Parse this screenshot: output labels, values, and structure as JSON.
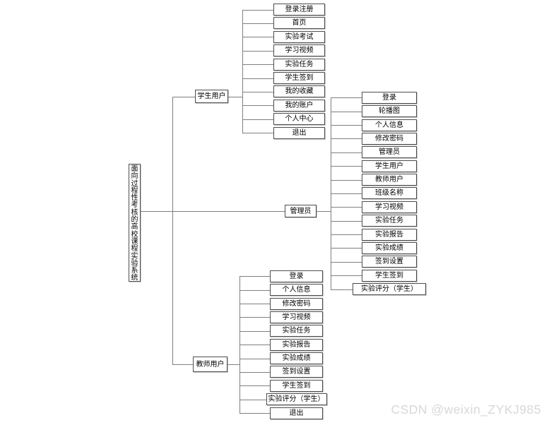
{
  "diagram": {
    "root": {
      "label": "面向过程性考核的高校课程实验系统"
    },
    "branches": [
      {
        "label": "学生用户",
        "children": [
          "登录注册",
          "首页",
          "实验考试",
          "学习视频",
          "实验任务",
          "学生签到",
          "我的收藏",
          "我的账户",
          "个人中心",
          "退出"
        ]
      },
      {
        "label": "管理员",
        "children": [
          "登录",
          "轮播图",
          "个人信息",
          "修改密码",
          "管理员",
          "学生用户",
          "教师用户",
          "班级名称",
          "学习视频",
          "实验任务",
          "实验报告",
          "实验成绩",
          "签到设置",
          "学生签到",
          "实验评分（学生）"
        ]
      },
      {
        "label": "教师用户",
        "children": [
          "登录",
          "个人信息",
          "修改密码",
          "学习视频",
          "实验任务",
          "实验报告",
          "实验成绩",
          "签到设置",
          "学生签到",
          "实验评分（学生）",
          "退出"
        ]
      }
    ]
  },
  "watermark": {
    "text": "CSDN @weixin_ZYKJ985"
  },
  "colors": {
    "background": "#ffffff",
    "connector_line": "#7f7f7f",
    "box_border": "#4d4d4d",
    "text": "#000000",
    "watermark": "#d8d8d8"
  }
}
